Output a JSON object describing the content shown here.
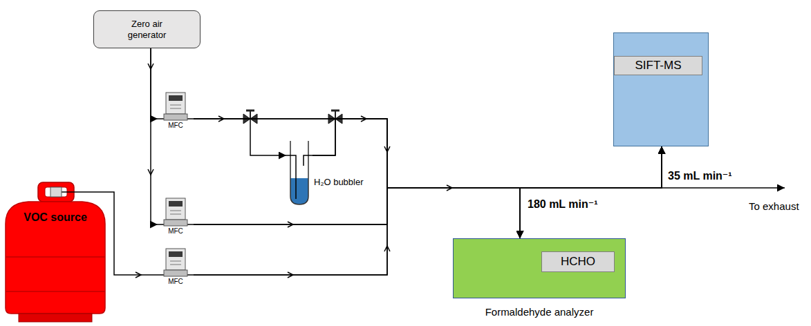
{
  "diagram": {
    "nodes": [
      {
        "text": [
          "Zero air generator"
        ]
      },
      {
        "text": [
          "VOC source"
        ]
      },
      {
        "text": [
          "MFC"
        ]
      },
      {
        "text": [
          "MFC"
        ]
      },
      {
        "text": [
          "MFC"
        ]
      },
      {
        "text": [
          "H₂O bubbler"
        ]
      },
      {
        "text": [
          "SIFT-MS"
        ]
      },
      {
        "text": [
          "HCHO",
          "Formaldehyde analyzer"
        ]
      }
    ],
    "edges": [
      {
        "from": 0,
        "to": 2,
        "arrow": "to"
      },
      {
        "from": 0,
        "to": 3,
        "arrow": "to"
      },
      {
        "from": 1,
        "to": 4,
        "arrow": "none"
      },
      {
        "from": 2,
        "to": 5,
        "arrow": "to"
      },
      {
        "from": 2,
        "to": 7,
        "arrow": "to"
      },
      {
        "from": 2,
        "to": 6,
        "arrow": "to"
      },
      {
        "from": 5,
        "to": 7,
        "arrow": "to"
      },
      {
        "from": 5,
        "to": 6,
        "arrow": "to"
      },
      {
        "from": 3,
        "to": 7,
        "arrow": "to"
      },
      {
        "from": 3,
        "to": 6,
        "arrow": "to"
      },
      {
        "from": 4,
        "to": 7,
        "arrow": "to"
      },
      {
        "from": 4,
        "to": 6,
        "arrow": "to"
      }
    ],
    "labels": [
      "180 mL min⁻¹",
      "35 mL min⁻¹",
      "To exhaust"
    ]
  }
}
